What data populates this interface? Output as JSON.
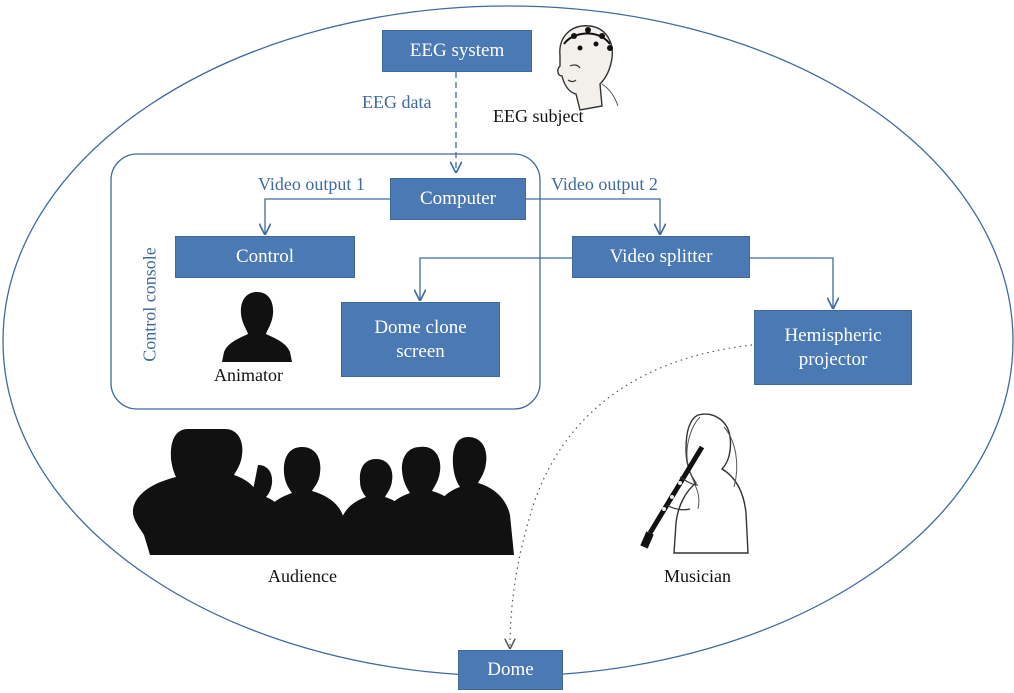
{
  "nodes": {
    "eeg_system": "EEG system",
    "computer": "Computer",
    "control": "Control",
    "video_splitter": "Video splitter",
    "dome_clone_screen": [
      "Dome clone",
      "screen"
    ],
    "hemispheric_projector": [
      "Hemispheric",
      "projector"
    ],
    "dome": "Dome"
  },
  "edge_labels": {
    "eeg_data": "EEG data",
    "video_output_1": "Video output 1",
    "video_output_2": "Video output 2"
  },
  "group_label": "Control console",
  "people": {
    "eeg_subject": "EEG subject",
    "animator": "Animator",
    "audience": "Audience",
    "musician": "Musician"
  },
  "colors": {
    "box_fill": "#4a79b4",
    "line": "#3e6aa0"
  }
}
